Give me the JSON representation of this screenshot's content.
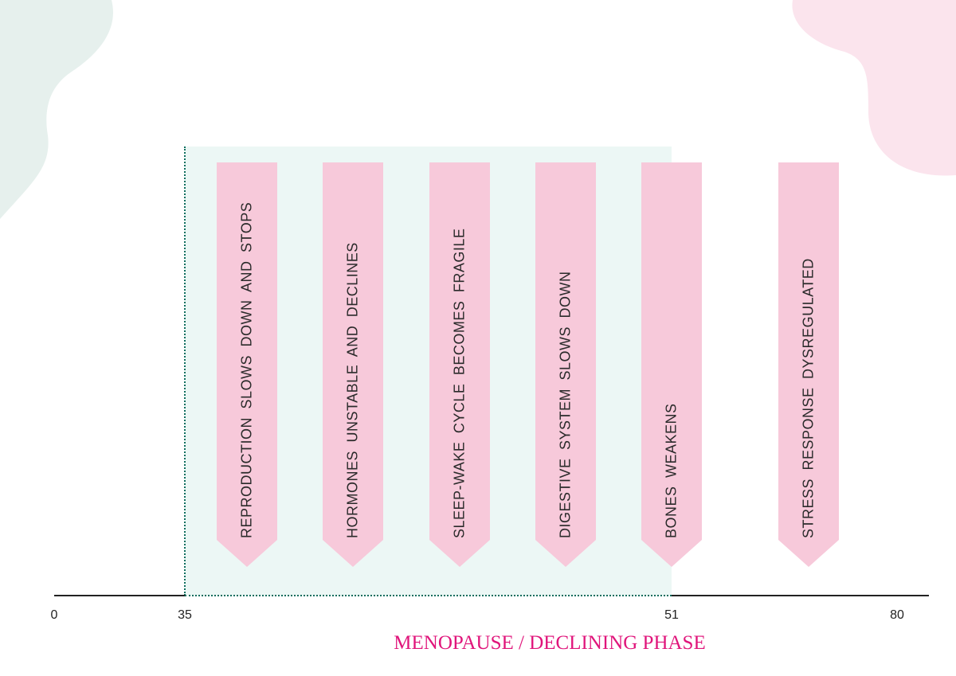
{
  "colors": {
    "banner": "#f7c9da",
    "phase_bg": "#ecf7f5",
    "dotted": "#0e6e5e",
    "title": "#e0157b",
    "blob_left": "#e6f0ed",
    "blob_right": "#fbe4ed"
  },
  "axis": {
    "ticks": [
      "0",
      "35",
      "51",
      "80"
    ]
  },
  "banners": [
    "REPRODUCTION SLOWS DOWN AND STOPS",
    "HORMONES UNSTABLE AND DECLINES",
    "SLEEP-WAKE CYCLE BECOMES FRAGILE",
    "DIGESTIVE SYSTEM SLOWS DOWN",
    "BONES WEAKENS",
    "STRESS RESPONSE DYSREGULATED"
  ],
  "title": "MENOPAUSE / DECLINING PHASE"
}
